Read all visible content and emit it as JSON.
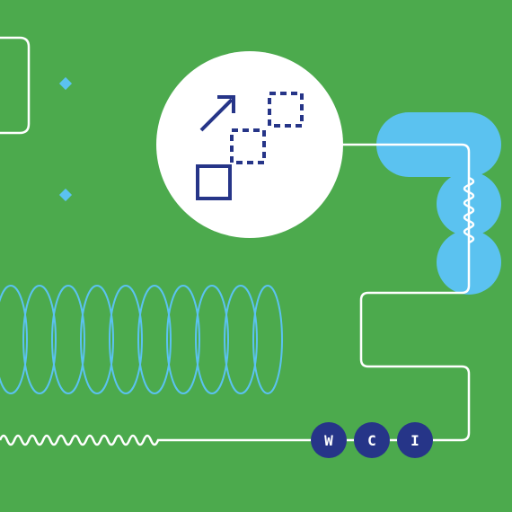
{
  "colors": {
    "background": "#4caa4d",
    "line": "#ffffff",
    "accent_light_blue": "#5bc2f0",
    "accent_navy": "#263588",
    "circle_fill": "#ffffff"
  },
  "icons": {
    "main": "resize-expand-icon",
    "diamond": "diamond-dot-icon"
  },
  "badges": [
    {
      "label": "W"
    },
    {
      "label": "C"
    },
    {
      "label": "I"
    }
  ]
}
